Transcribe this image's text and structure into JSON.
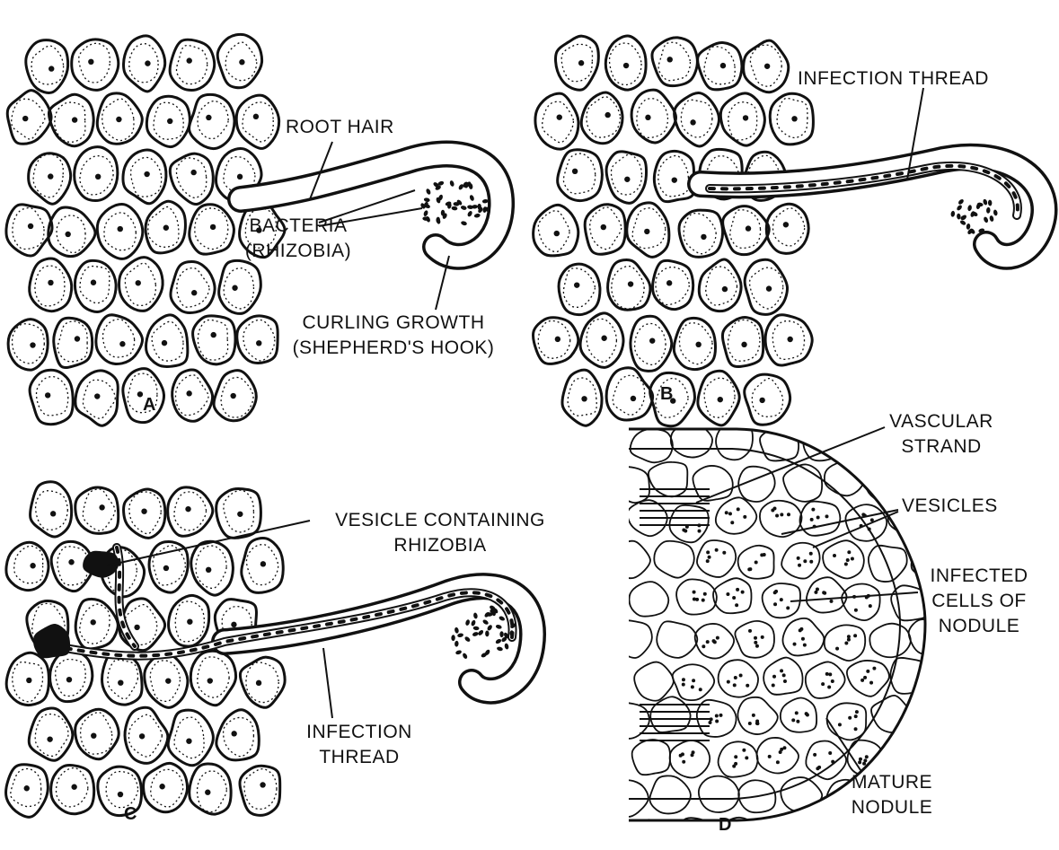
{
  "panels": {
    "A": {
      "letter": "A",
      "root_hair": "ROOT HAIR",
      "bacteria_l1": "BACTERIA",
      "bacteria_l2": "(RHIZOBIA)",
      "curling_l1": "CURLING GROWTH",
      "curling_l2": "(SHEPHERD'S HOOK)"
    },
    "B": {
      "letter": "B",
      "infection_thread": "INFECTION THREAD"
    },
    "C": {
      "letter": "C",
      "vesicle_l1": "VESICLE CONTAINING",
      "vesicle_l2": "RHIZOBIA",
      "infection_l1": "INFECTION",
      "infection_l2": "THREAD"
    },
    "D": {
      "letter": "D",
      "vascular_l1": "VASCULAR",
      "vascular_l2": "STRAND",
      "vesicles": "VESICLES",
      "infected_l1": "INFECTED",
      "infected_l2": "CELLS OF",
      "infected_l3": "NODULE",
      "mature_l1": "MATURE",
      "mature_l2": "NODULE"
    }
  },
  "colors": {
    "ink": "#111111",
    "background": "#ffffff"
  }
}
